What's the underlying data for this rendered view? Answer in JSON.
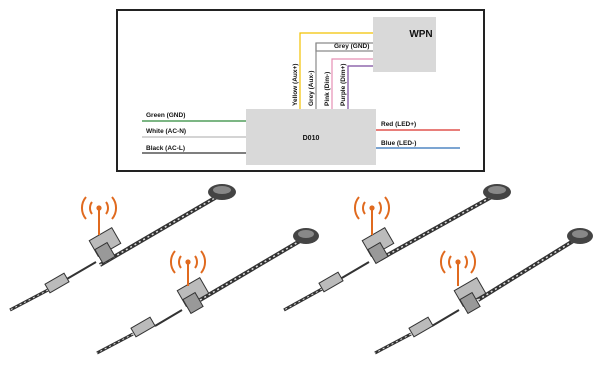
{
  "diagram": {
    "wpn_label": "WPN",
    "d010_label": "D010",
    "wires": {
      "green_gnd": "Green (GND)",
      "white_acn": "White (AC-N)",
      "black_acl": "Black (AC-L)",
      "red_led": "Red (LED+)",
      "blue_led": "Blue (LED-)",
      "grey_gnd": "Grey (GND)",
      "yellow_aux": "Yellow (Aux+)",
      "grey_aux": "Grey (Aux-)",
      "pink_dim": "Pink (Dim-)",
      "purple_dim": "Purple (Dim+)"
    },
    "colors": {
      "box_fill": "#d9d9d9",
      "green": "#2e8b3a",
      "white_wire": "#bbbbbb",
      "black_wire": "#333333",
      "red": "#d9302a",
      "blue": "#2f6fb8",
      "grey": "#8a8a8a",
      "yellow": "#f2c200",
      "pink": "#e58fb5",
      "purple": "#7b4a9e",
      "signal": "#e06a1f"
    }
  },
  "illustration": {
    "fixture_count": 4,
    "icons": [
      "wireless-signal-icon",
      "wireless-signal-icon",
      "wireless-signal-icon",
      "wireless-signal-icon"
    ]
  }
}
